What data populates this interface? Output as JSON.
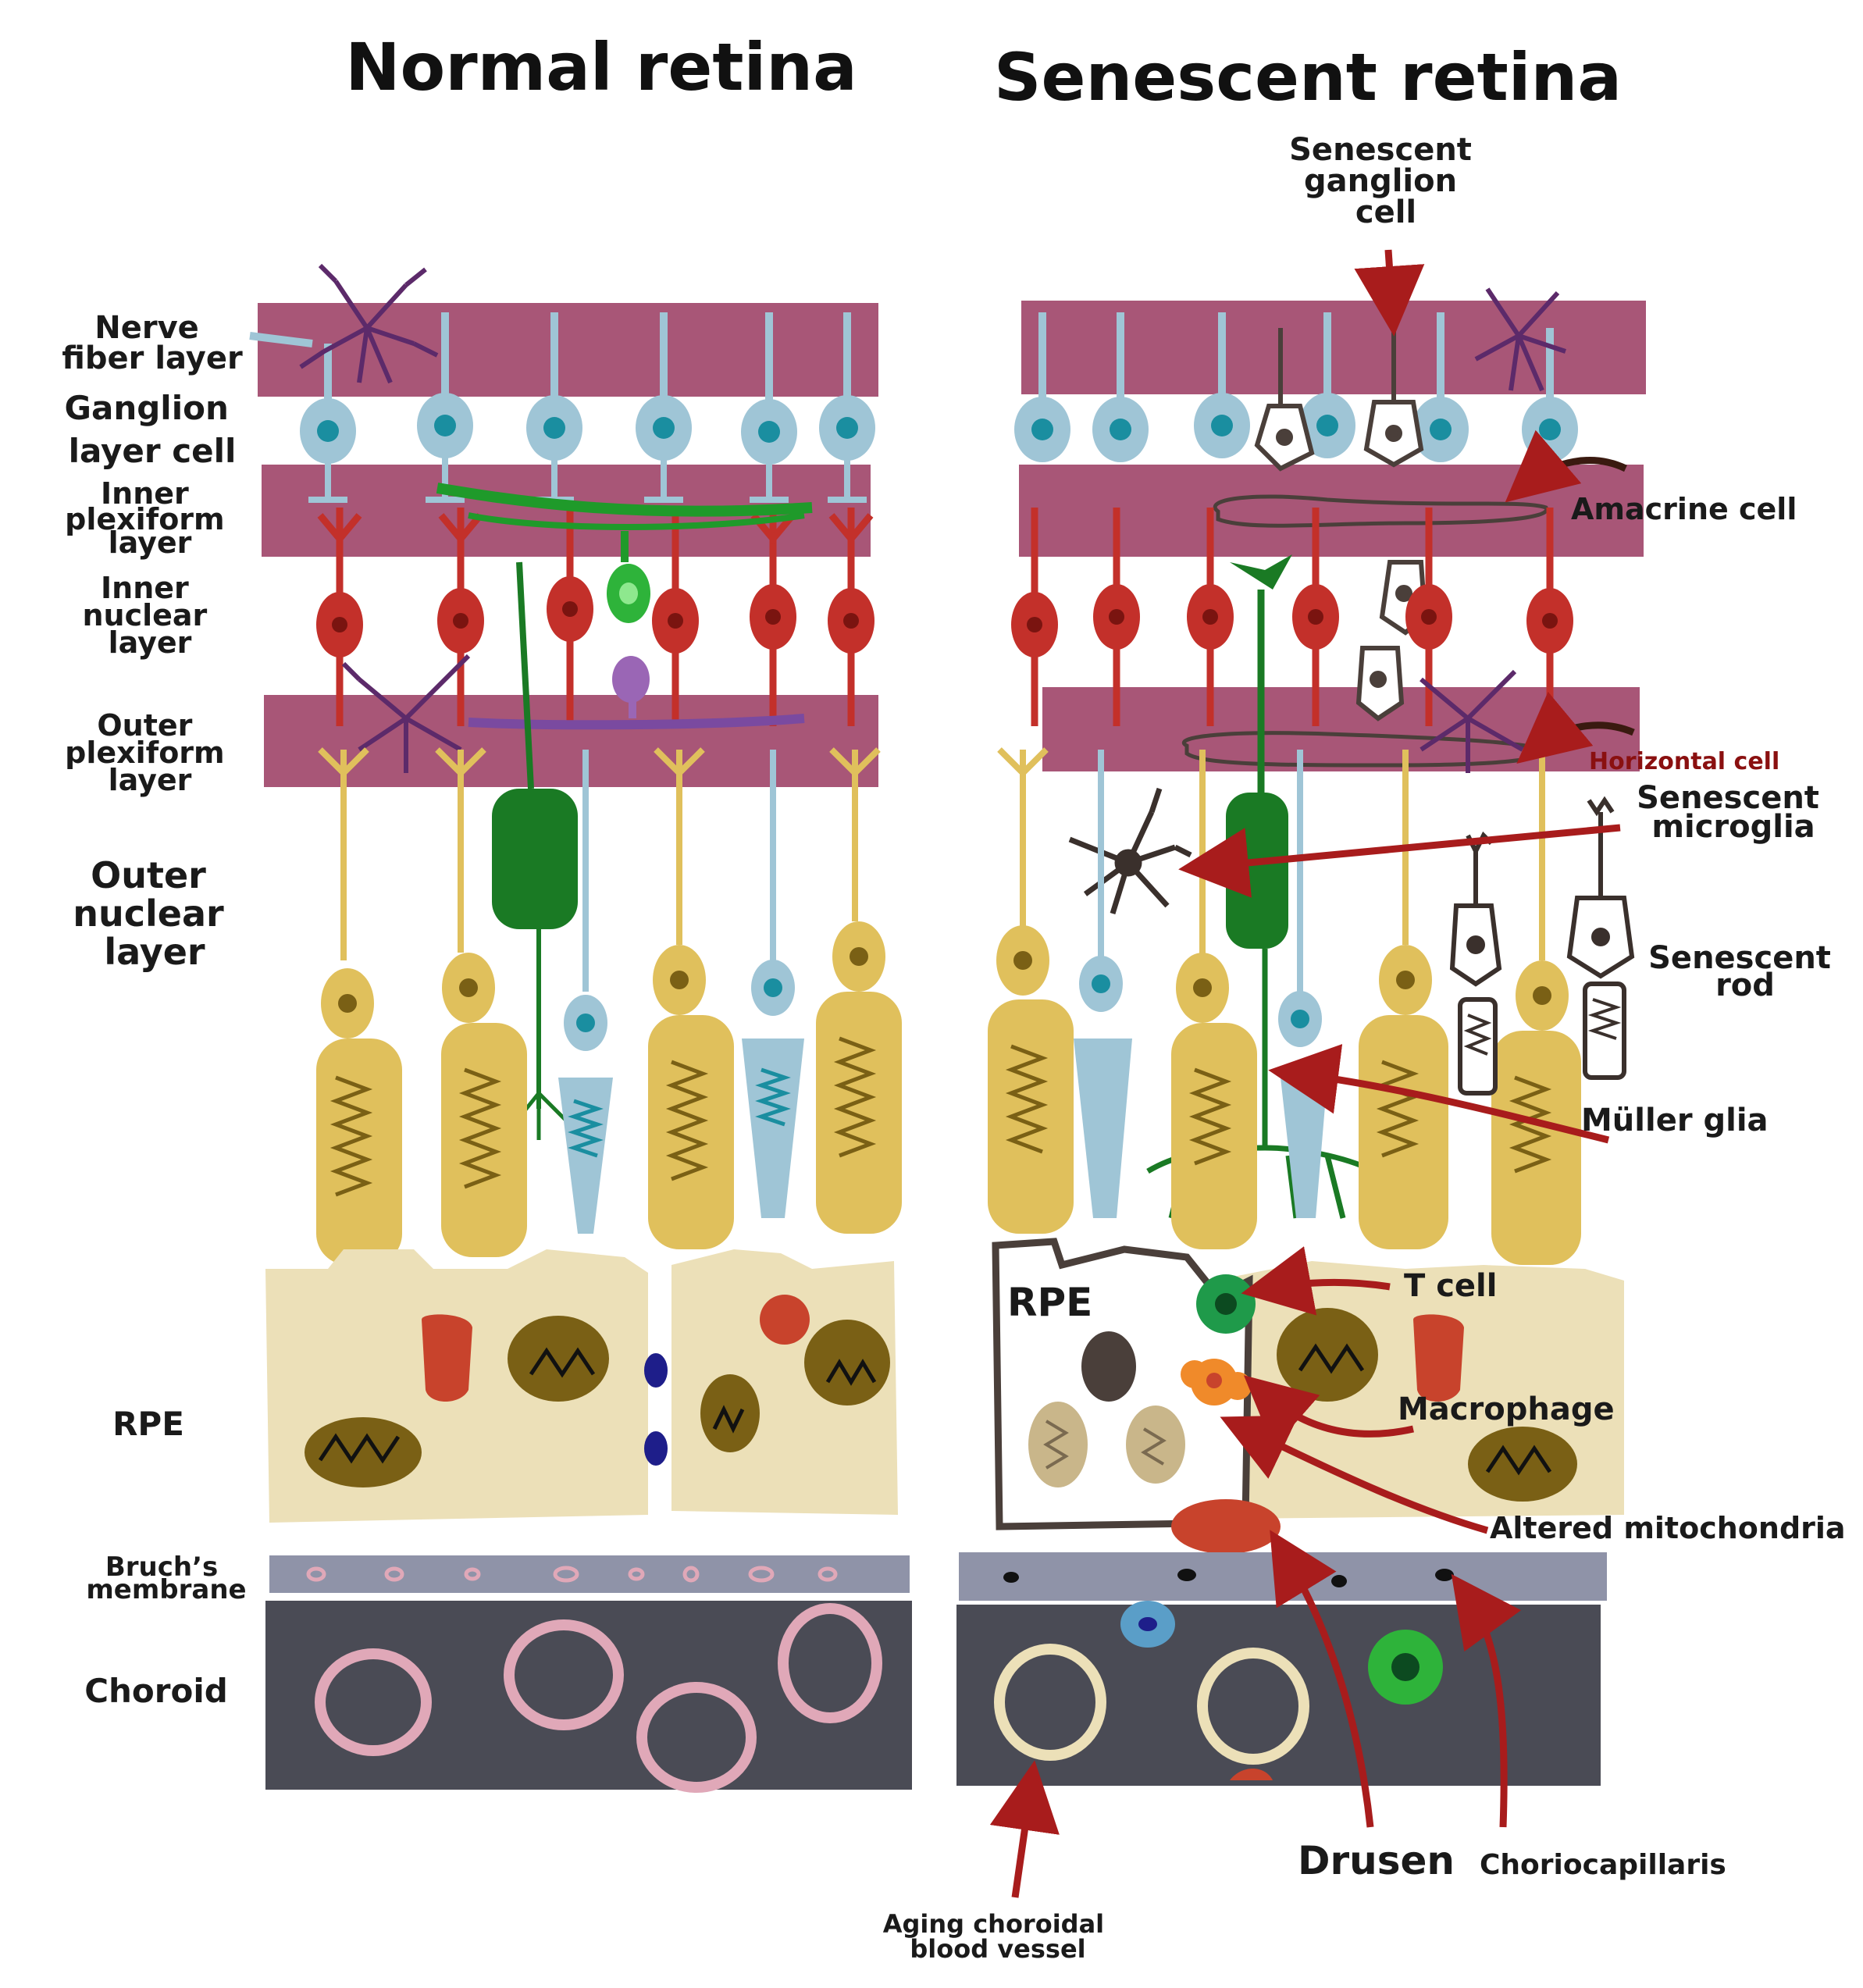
{
  "titles": {
    "normal": "Normal retina",
    "senescent": "Senescent retina"
  },
  "layers": {
    "nerve_fiber": [
      "Nerve",
      "fiber layer"
    ],
    "ganglion": [
      "Ganglion",
      "layer cell"
    ],
    "inner_plexiform": [
      "Inner",
      "plexiform",
      "layer"
    ],
    "inner_nuclear": [
      "Inner",
      "nuclear",
      "layer"
    ],
    "outer_plexiform": [
      "Outer",
      "plexiform",
      "layer"
    ],
    "outer_nuclear": [
      "Outer",
      "nuclear",
      "layer"
    ],
    "rpe": "RPE",
    "bruchs": [
      "Bruch’s",
      "membrane"
    ],
    "choroid": "Choroid"
  },
  "annotations": {
    "senescent_ganglion": [
      "Senescent",
      "ganglion",
      "cell"
    ],
    "amacrine": "Amacrine cell",
    "horizontal": "Horizontal cell",
    "senescent_microglia": [
      "Senescent",
      "microglia"
    ],
    "senescent_rod": [
      "Senescent",
      "rod"
    ],
    "muller": "Müller glia",
    "rpe_inner": "RPE",
    "t_cell": "T cell",
    "macrophage": "Macrophage",
    "altered_mito": "Altered mitochondria",
    "drusen": "Drusen",
    "choriocapillaris": "Choriocapillaris",
    "aging_vessel": [
      "Aging choroidal",
      "blood vessel"
    ]
  },
  "colors": {
    "band": "#a85677",
    "ganglion": "#9fc5d6",
    "bipolar": "#c3302a",
    "cone": "#e0c05c",
    "muller": "#1a7a24",
    "rpe": "#ece0b8",
    "bruchs": "#8f93a8",
    "choroid": "#4a4b55",
    "arrow": "#a81c1c"
  }
}
